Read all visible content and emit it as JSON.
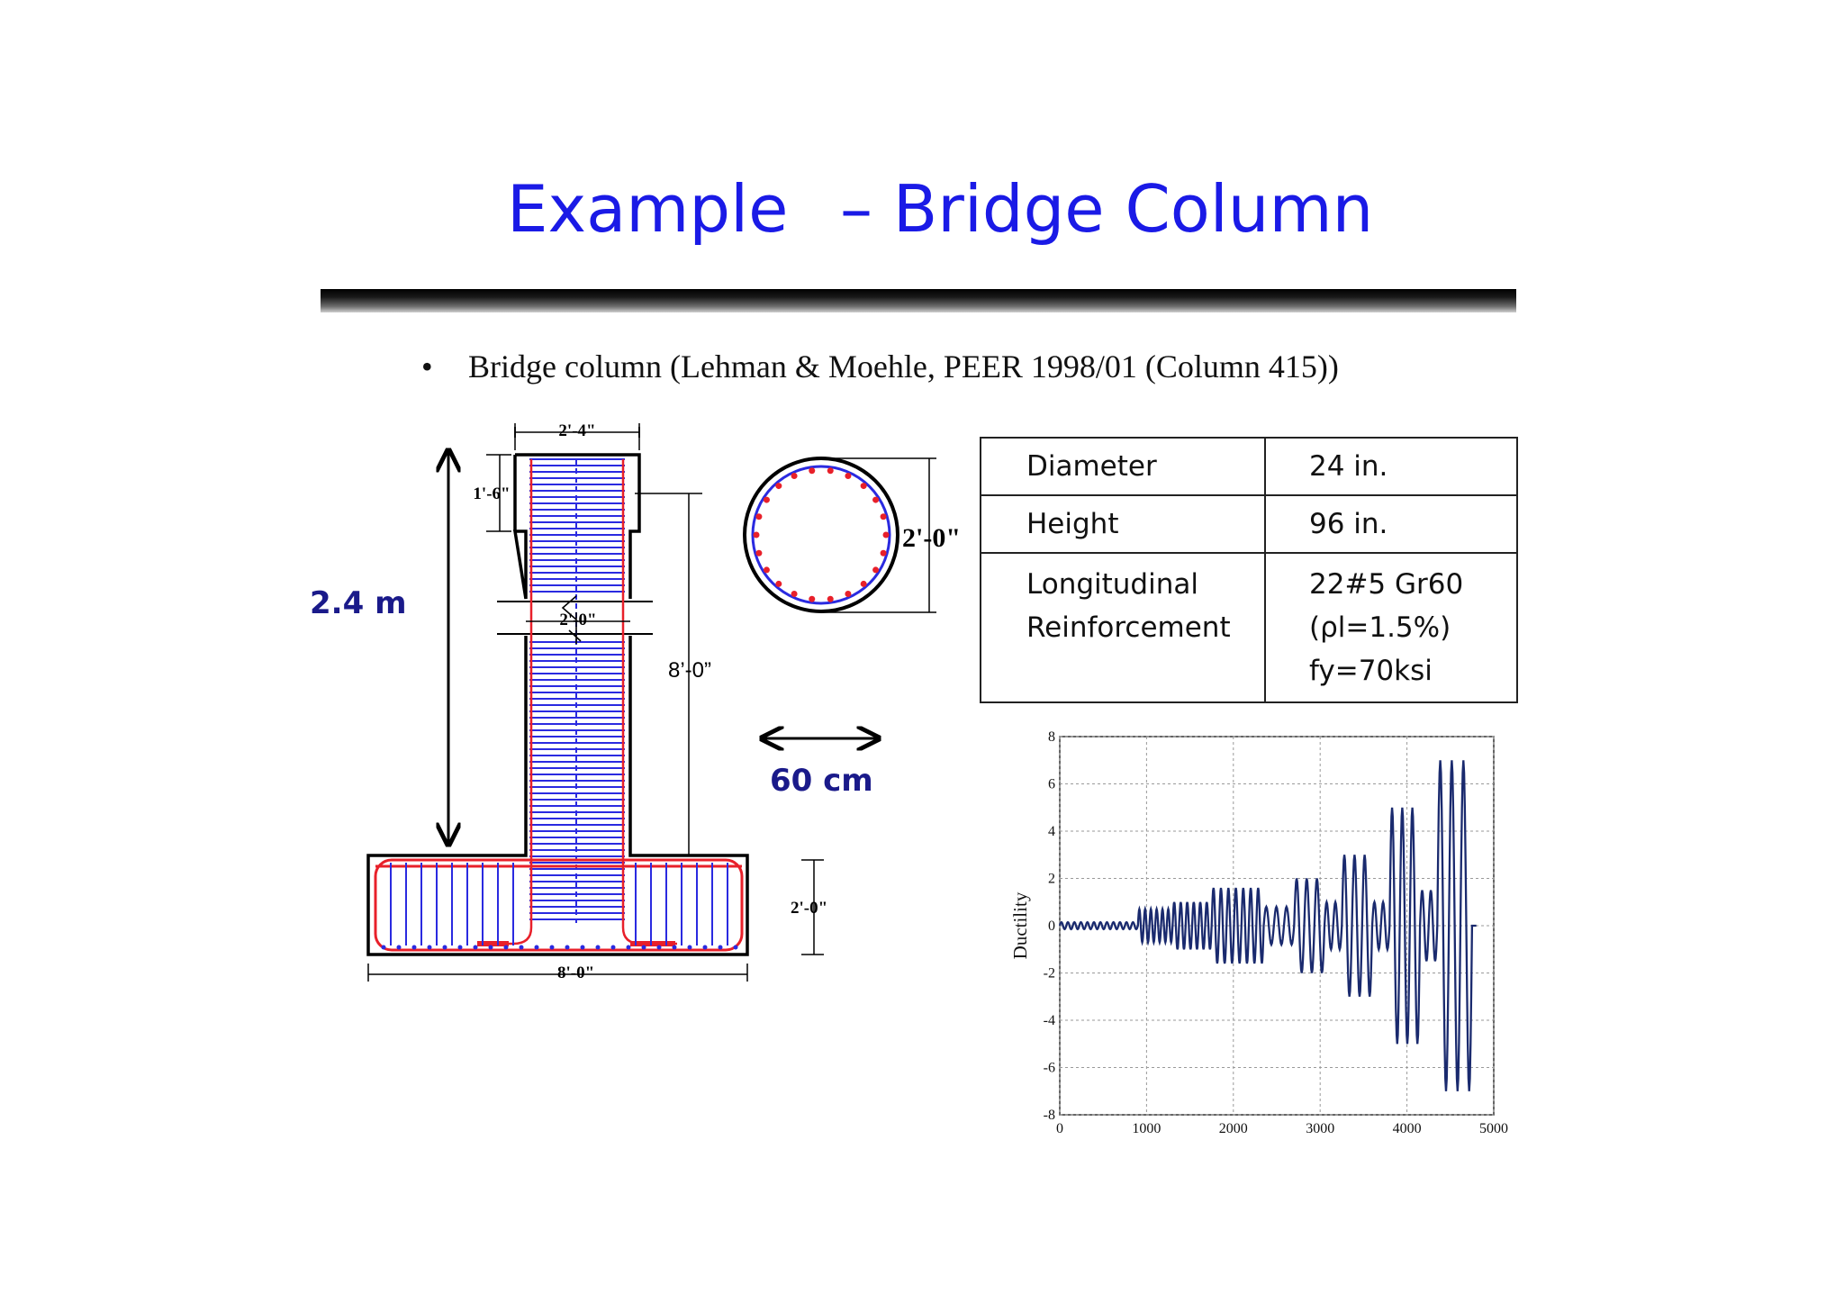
{
  "slide": {
    "title_left": "Example",
    "title_right": "– Bridge Column",
    "bullet_marker": "•",
    "bullet": "Bridge column (Lehman & Moehle, PEER 1998/01 (Column 415))"
  },
  "drawing": {
    "dims": {
      "top_width": "2'-4\"",
      "top_height": "1'-6\"",
      "col_width": "2'-0\"",
      "col_height": "8’-0”",
      "section_diameter": "2'-0\"",
      "footing_height": "2'-0\"",
      "footing_width": "8'-0\""
    },
    "callouts": {
      "height": "2.4 m",
      "width": "60 cm"
    }
  },
  "table": {
    "rows": [
      {
        "key": "Diameter",
        "value_lines": [
          "24 in."
        ]
      },
      {
        "key": "Height",
        "value_lines": [
          "96 in."
        ]
      },
      {
        "key_lines": [
          "Longitudinal",
          "Reinforcement"
        ],
        "value_lines": [
          "22#5 Gr60",
          "(ρl=1.5%)",
          "fy=70ksi"
        ]
      }
    ]
  },
  "colors": {
    "title": "#1a1ae6",
    "rebar_blue": "#2a2ae0",
    "rebar_red": "#e8202a",
    "plot_line": "#1a2a6e"
  },
  "chart_data": {
    "type": "line",
    "title": "",
    "xlabel": "",
    "ylabel": "Ductility",
    "xlim": [
      0,
      5000
    ],
    "ylim": [
      -8,
      8
    ],
    "xticks": [
      0,
      1000,
      2000,
      3000,
      4000,
      5000
    ],
    "yticks": [
      -8,
      -6,
      -4,
      -2,
      0,
      2,
      4,
      6,
      8
    ],
    "grid": true,
    "series": [
      {
        "values_description": "cyclic ductility history",
        "blocks": [
          {
            "x_start": 0,
            "x_end": 900,
            "amplitude": 0.15,
            "cycles": 12
          },
          {
            "x_start": 900,
            "x_end": 1300,
            "amplitude": 0.7,
            "cycles": 6
          },
          {
            "x_start": 1300,
            "x_end": 1750,
            "amplitude": 1.0,
            "cycles": 6
          },
          {
            "x_start": 1750,
            "x_end": 2350,
            "amplitude": 1.6,
            "cycles": 7
          },
          {
            "x_start": 2350,
            "x_end": 2700,
            "amplitude": 0.8,
            "cycles": 3
          },
          {
            "x_start": 2700,
            "x_end": 3050,
            "amplitude": 2.0,
            "cycles": 3
          },
          {
            "x_start": 3050,
            "x_end": 3250,
            "amplitude": 1.0,
            "cycles": 2
          },
          {
            "x_start": 3250,
            "x_end": 3600,
            "amplitude": 3.0,
            "cycles": 3
          },
          {
            "x_start": 3600,
            "x_end": 3800,
            "amplitude": 1.0,
            "cycles": 2
          },
          {
            "x_start": 3800,
            "x_end": 4150,
            "amplitude": 5.0,
            "cycles": 3
          },
          {
            "x_start": 4150,
            "x_end": 4350,
            "amplitude": 1.5,
            "cycles": 2
          },
          {
            "x_start": 4350,
            "x_end": 4750,
            "amplitude": 7.0,
            "cycles": 3
          },
          {
            "x_start": 4750,
            "x_end": 4800,
            "amplitude": 0.0,
            "cycles": 0
          }
        ]
      }
    ]
  }
}
